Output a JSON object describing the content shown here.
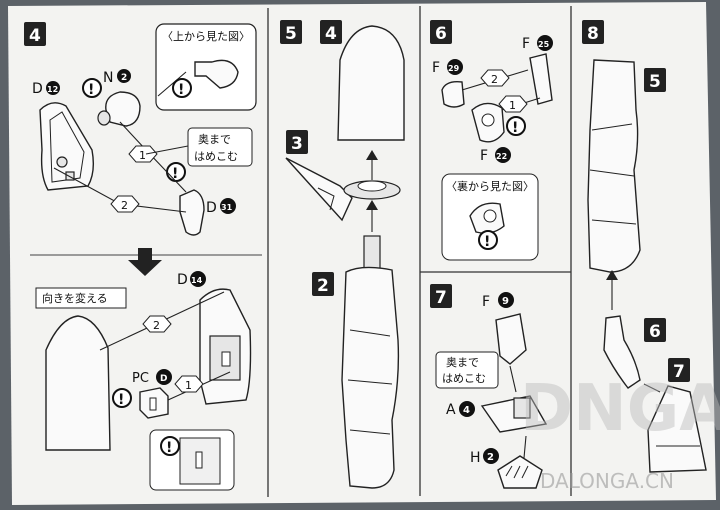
{
  "steps": {
    "s4": {
      "number": "4",
      "note_top": "〈上から見た図〉",
      "note_push": "奥まで\nはめこむ",
      "note_turn": "向きを変える"
    },
    "s5": {
      "number": "5",
      "sub_top": "4",
      "sub_left": "3",
      "sub_bottom": "2"
    },
    "s6": {
      "number": "6",
      "note_back": "〈裏から見た図〉"
    },
    "s7": {
      "number": "7",
      "note_push": "奥まで\nはめこむ"
    },
    "s8": {
      "number": "8",
      "sub_top": "5",
      "sub_mid": "6",
      "sub_low": "7"
    }
  },
  "parts": {
    "d12": {
      "letter": "D",
      "num": "12"
    },
    "n2": {
      "letter": "N",
      "num": "2"
    },
    "d31": {
      "letter": "D",
      "num": "31"
    },
    "d14": {
      "letter": "D",
      "num": "14"
    },
    "pcd": {
      "letter": "PC",
      "num": "D"
    },
    "f25": {
      "letter": "F",
      "num": "25"
    },
    "f29": {
      "letter": "F",
      "num": "29"
    },
    "f22": {
      "letter": "F",
      "num": "22"
    },
    "f9": {
      "letter": "F",
      "num": "9"
    },
    "a4": {
      "letter": "A",
      "num": "4"
    },
    "h2": {
      "letter": "H",
      "num": "2"
    }
  },
  "seq": {
    "one": "1",
    "two": "2"
  },
  "alert": "!",
  "watermark": {
    "big": "DNGA",
    "url": "DALONGA.CN"
  },
  "colors": {
    "paper": "#f4f4f2",
    "ink": "#1a1a1a",
    "step_box": "#2a2a2a"
  }
}
